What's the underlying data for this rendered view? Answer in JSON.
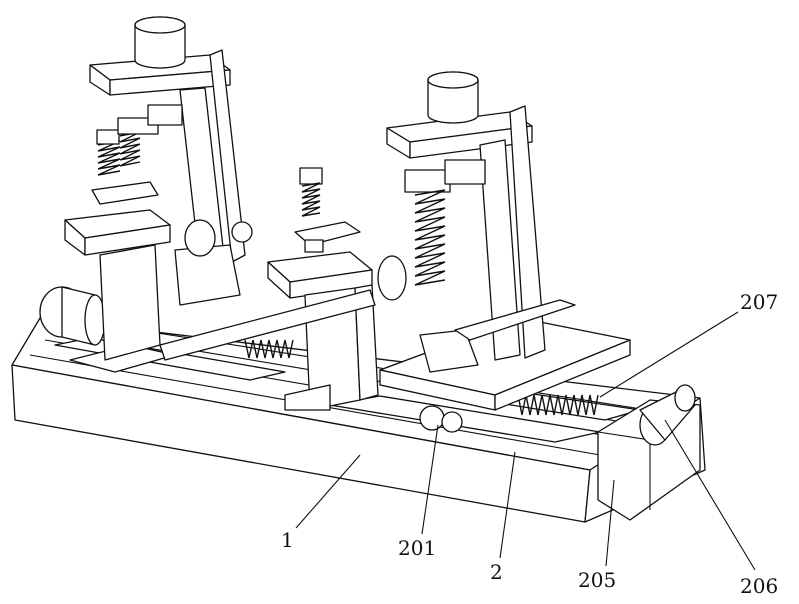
{
  "figure": {
    "labels": [
      {
        "id": "label-207",
        "text": "207"
      },
      {
        "id": "label-1",
        "text": "1"
      },
      {
        "id": "label-201",
        "text": "201"
      },
      {
        "id": "label-2",
        "text": "2"
      },
      {
        "id": "label-205",
        "text": "205"
      },
      {
        "id": "label-206",
        "text": "206"
      }
    ]
  },
  "colors": {
    "line": "#111111",
    "background": "#ffffff"
  }
}
